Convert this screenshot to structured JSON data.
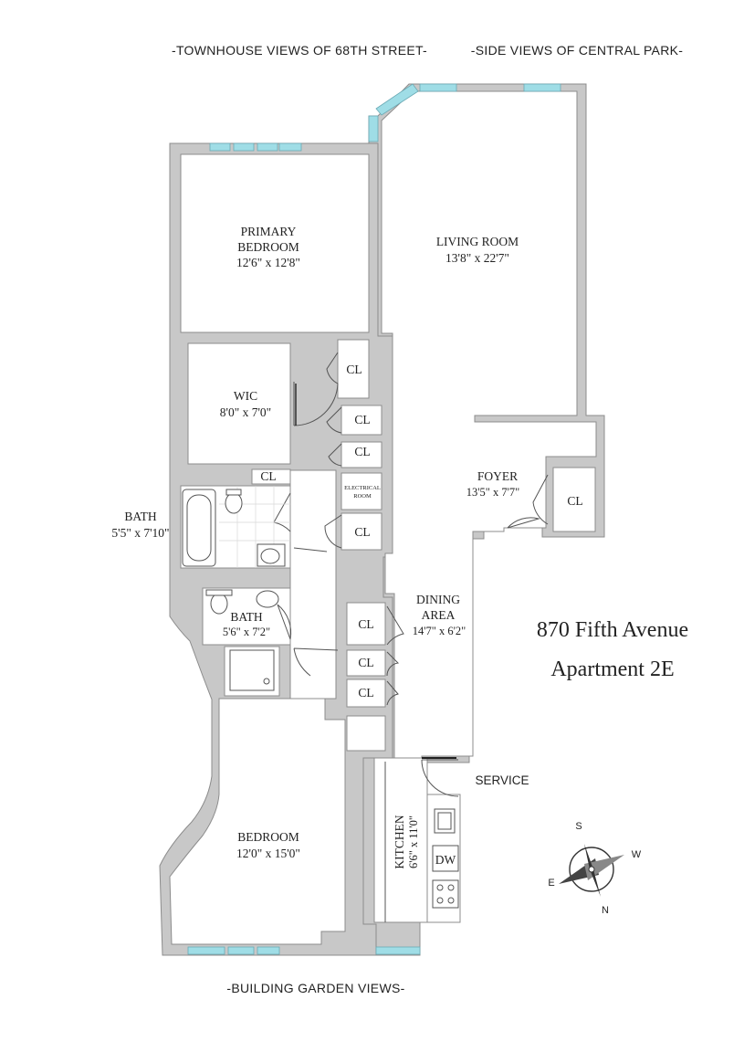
{
  "views": {
    "top_left": "-TOWNHOUSE VIEWS OF 68TH STREET-",
    "top_right": "-SIDE VIEWS OF CENTRAL PARK-",
    "bottom": "-BUILDING GARDEN VIEWS-"
  },
  "rooms": {
    "primary_bedroom": {
      "name_line1": "PRIMARY",
      "name_line2": "BEDROOM",
      "dims": "12'6\" x 12'8\""
    },
    "living_room": {
      "name": "LIVING ROOM",
      "dims": "13'8\" x 22'7\""
    },
    "wic": {
      "name": "WIC",
      "dims": "8'0\" x 7'0\""
    },
    "bath1": {
      "name": "BATH",
      "dims": "5'5\" x 7'10\""
    },
    "bath2": {
      "name": "BATH",
      "dims": "5'6\" x 7'2\""
    },
    "foyer": {
      "name": "FOYER",
      "dims": "13'5\" x 7'7\""
    },
    "dining": {
      "name_line1": "DINING",
      "name_line2": "AREA",
      "dims": "14'7\" x 6'2\""
    },
    "bedroom": {
      "name": "BEDROOM",
      "dims": "12'0\" x 15'0\""
    },
    "kitchen": {
      "name": "KITCHEN",
      "dims": "6'6\" x 11'0\""
    }
  },
  "closets": {
    "label": "CL",
    "electrical_line1": "ELECTRICAL",
    "electrical_line2": "ROOM"
  },
  "kitchen_fixtures": {
    "dw": "DW"
  },
  "service": "SERVICE",
  "title": {
    "line1": "870 Fifth Avenue",
    "line2": "Apartment 2E"
  },
  "compass": {
    "s": "S",
    "w": "W",
    "e": "E",
    "n": "N"
  },
  "colors": {
    "wall": "#c8c8c8",
    "window": "#9fdde6",
    "text": "#222222"
  }
}
